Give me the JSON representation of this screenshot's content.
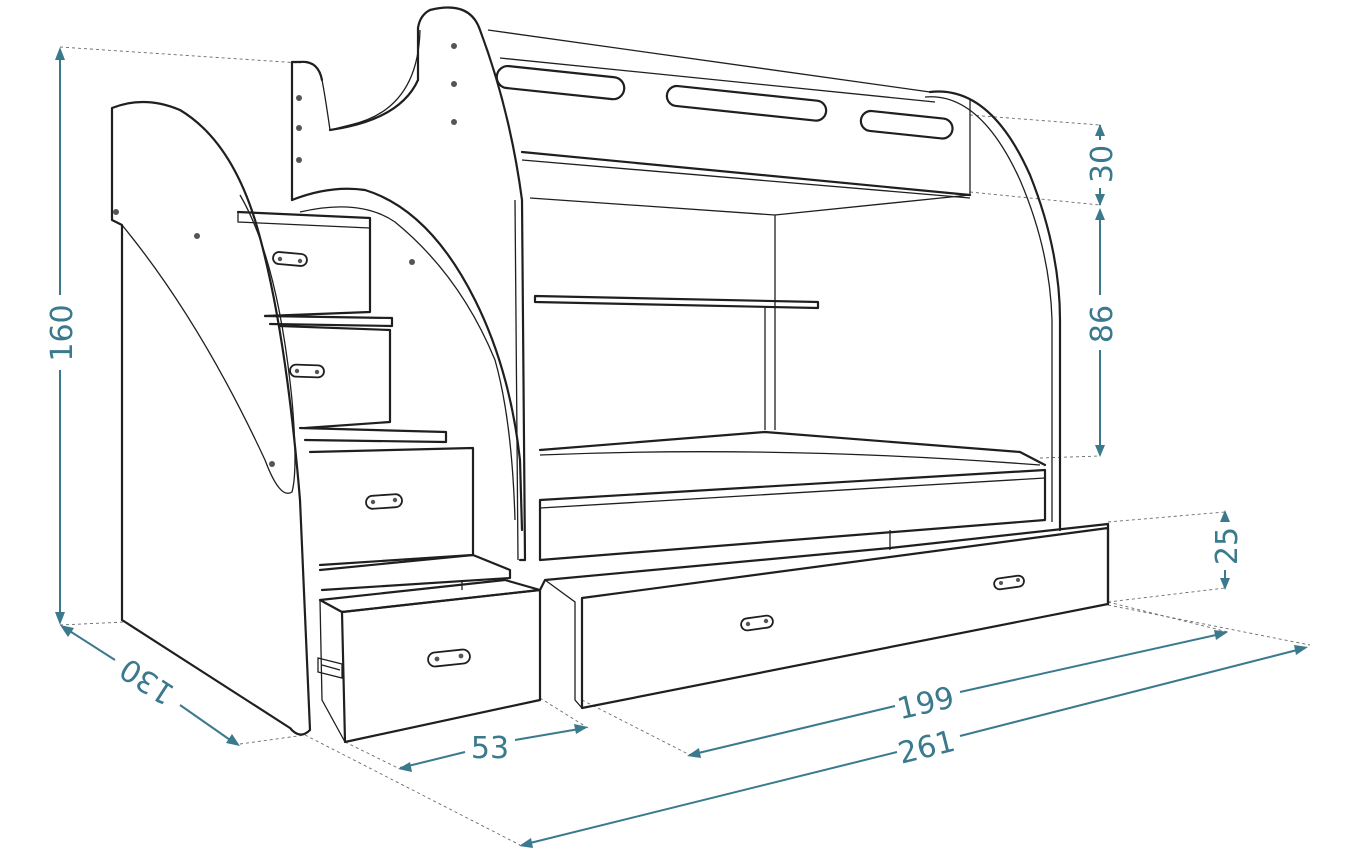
{
  "dimensions": {
    "total_height": "160",
    "depth": "130",
    "upper_rail": "30",
    "upper_clearance": "86",
    "drawer_height": "25",
    "bed_length": "199",
    "total_length": "261",
    "stair_width": "53"
  },
  "colors": {
    "dimension": "#3a7a8c",
    "outline": "#1f1f1f",
    "background": "#ffffff"
  }
}
